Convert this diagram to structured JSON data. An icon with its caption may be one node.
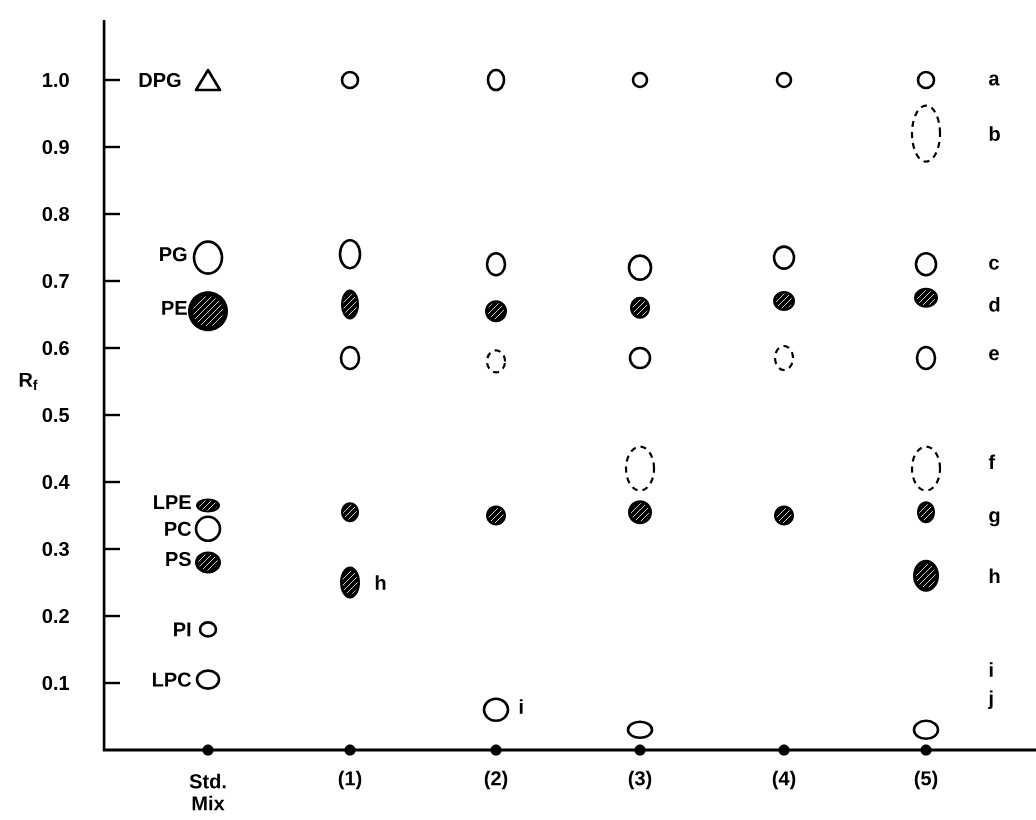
{
  "diagram": {
    "labels": [
      "1.0",
      "DPG",
      "a",
      "0.9",
      "b",
      "0.8",
      "PG",
      "c",
      "0.7",
      "PE",
      "d",
      "0.6",
      "e",
      "R$_{f}$",
      "0.5",
      "0.4",
      "f",
      "LPE",
      "PC",
      "g",
      "0.3",
      "PS",
      "h",
      "h",
      "0.2",
      "PI",
      "0.1",
      "LPC",
      "i",
      "i",
      "j",
      "Std. Mix",
      "(1)",
      "(2)",
      "(3)",
      "(4)",
      "(5)"
    ]
  }
}
